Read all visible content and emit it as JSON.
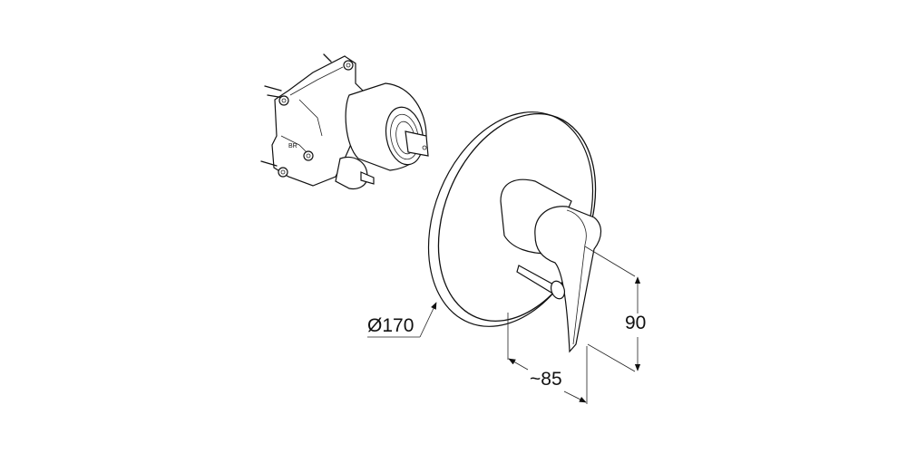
{
  "dimensions": {
    "diameter": "Ø170",
    "height": "90",
    "depth": "~85"
  },
  "valve_body_marking": "BR"
}
